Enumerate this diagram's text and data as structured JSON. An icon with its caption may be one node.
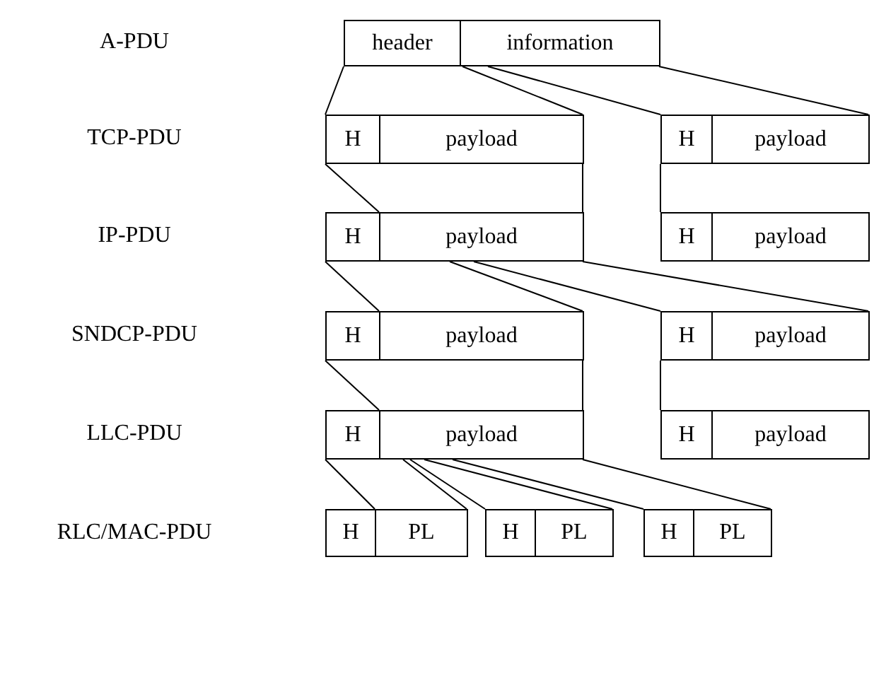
{
  "diagram": {
    "nodes": [
      {
        "text": [
          "header"
        ]
      },
      {
        "text": [
          "information"
        ]
      },
      {
        "text": [
          "H"
        ]
      },
      {
        "text": [
          "payload"
        ]
      },
      {
        "text": [
          "H"
        ]
      },
      {
        "text": [
          "payload"
        ]
      },
      {
        "text": [
          "H"
        ]
      },
      {
        "text": [
          "payload"
        ]
      },
      {
        "text": [
          "H"
        ]
      },
      {
        "text": [
          "payload"
        ]
      },
      {
        "text": [
          "H"
        ]
      },
      {
        "text": [
          "payload"
        ]
      },
      {
        "text": [
          "H"
        ]
      },
      {
        "text": [
          "payload"
        ]
      },
      {
        "text": [
          "H"
        ]
      },
      {
        "text": [
          "payload"
        ]
      },
      {
        "text": [
          "H"
        ]
      },
      {
        "text": [
          "payload"
        ]
      },
      {
        "text": [
          "H"
        ]
      },
      {
        "text": [
          "PL"
        ]
      },
      {
        "text": [
          "H"
        ]
      },
      {
        "text": [
          "PL"
        ]
      },
      {
        "text": [
          "H"
        ]
      },
      {
        "text": [
          "PL"
        ]
      }
    ],
    "edges": [
      {
        "from": 0,
        "to": 2,
        "arrow": "none"
      },
      {
        "from": 1,
        "to": 3,
        "arrow": "none"
      },
      {
        "from": 1,
        "to": 4,
        "arrow": "none"
      },
      {
        "from": 1,
        "to": 5,
        "arrow": "none"
      },
      {
        "from": 2,
        "to": 7,
        "arrow": "none"
      },
      {
        "from": 3,
        "to": 7,
        "arrow": "none"
      },
      {
        "from": 4,
        "to": 8,
        "arrow": "none"
      },
      {
        "from": 6,
        "to": 11,
        "arrow": "none"
      },
      {
        "from": 7,
        "to": 11,
        "arrow": "none"
      },
      {
        "from": 7,
        "to": 12,
        "arrow": "none"
      },
      {
        "from": 7,
        "to": 13,
        "arrow": "none"
      },
      {
        "from": 10,
        "to": 15,
        "arrow": "none"
      },
      {
        "from": 11,
        "to": 15,
        "arrow": "none"
      },
      {
        "from": 12,
        "to": 16,
        "arrow": "none"
      },
      {
        "from": 14,
        "to": 19,
        "arrow": "none"
      },
      {
        "from": 15,
        "to": 19,
        "arrow": "none"
      },
      {
        "from": 15,
        "to": 20,
        "arrow": "none"
      },
      {
        "from": 15,
        "to": 21,
        "arrow": "none"
      },
      {
        "from": 15,
        "to": 22,
        "arrow": "none"
      },
      {
        "from": 15,
        "to": 23,
        "arrow": "none"
      }
    ],
    "labels": [
      "A-PDU",
      "TCP-PDU",
      "IP-PDU",
      "SNDCP-PDU",
      "LLC-PDU",
      "RLC/MAC-PDU"
    ]
  }
}
